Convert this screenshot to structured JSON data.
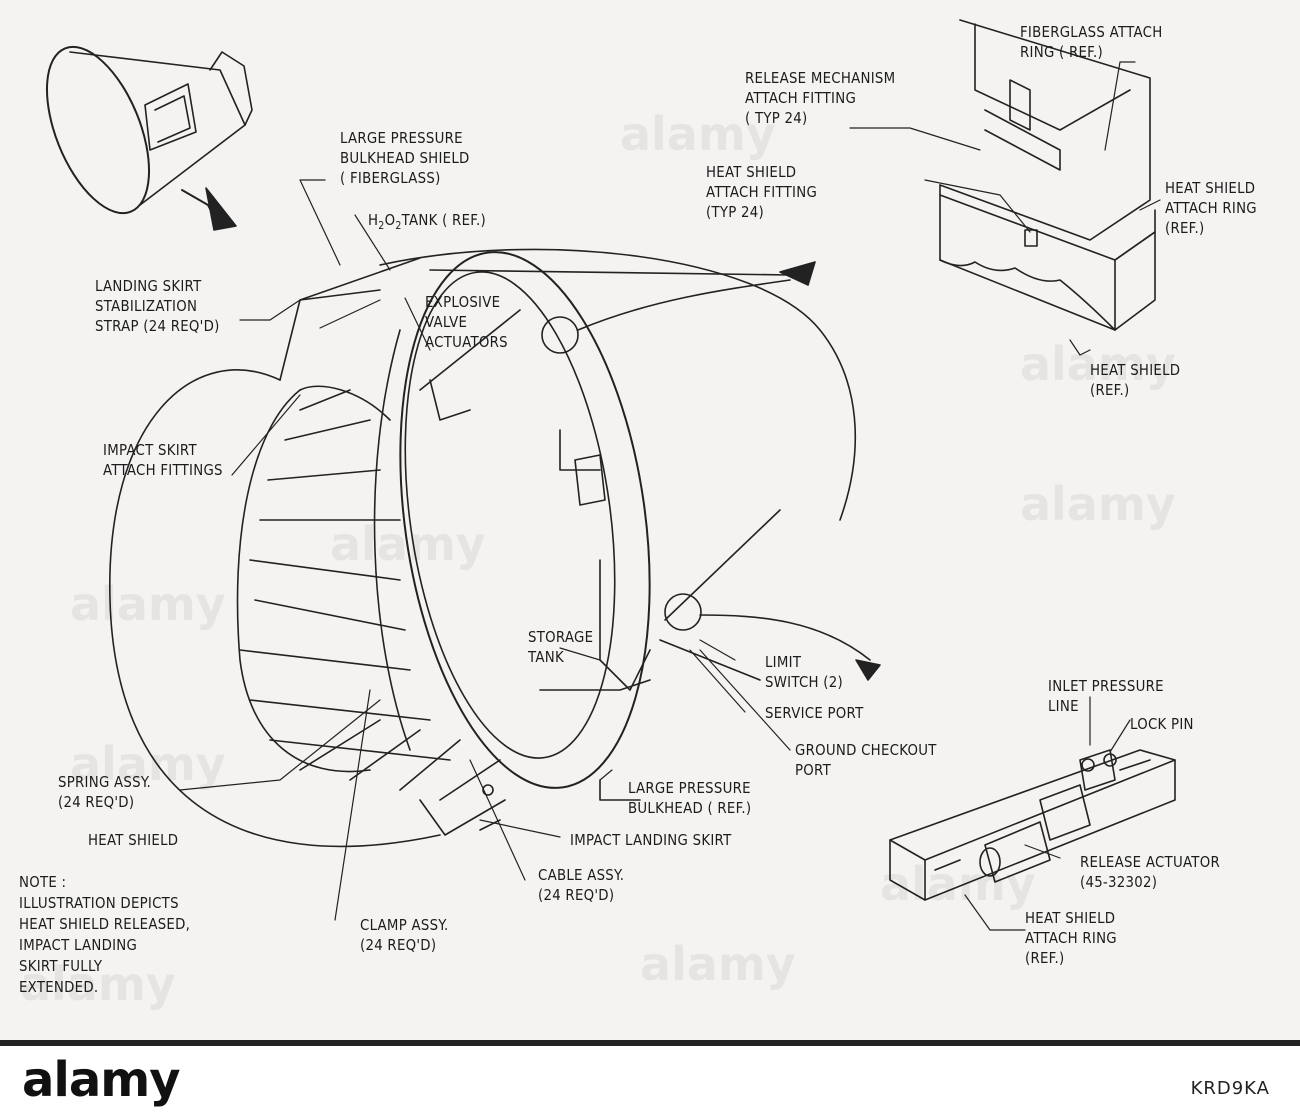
{
  "labels": {
    "fiberglass_ring": "FIBERGLASS ATTACH\nRING ( REF.)",
    "release_mech": "RELEASE MECHANISM\nATTACH FITTING\n( TYP 24)",
    "hs_attach_fitting": "HEAT SHIELD\nATTACH FITTING\n(TYP 24)",
    "hs_attach_ring_top": "HEAT SHIELD\nATTACH RING\n(REF.)",
    "heat_shield_ref": "HEAT SHIELD\n(REF.)",
    "large_bulkhead_shield": "LARGE PRESSURE\nBULKHEAD SHIELD\n( FIBERGLASS)",
    "h2o2_tank": "TANK ( REF.)",
    "h2o2_h": "H",
    "h2o2_2a": "2",
    "h2o2_o": "O",
    "h2o2_2b": "2",
    "landing_strap": "LANDING SKIRT\nSTABILIZATION\nSTRAP (24 REQ'D)",
    "explosive_valve": "EXPLOSIVE\nVALVE\nACTUATORS",
    "impact_fittings": "IMPACT SKIRT\nATTACH FITTINGS",
    "storage_tank": "STORAGE\nTANK",
    "limit_switch": "LIMIT\nSWITCH (2)",
    "service_port": "SERVICE PORT",
    "ground_checkout": "GROUND CHECKOUT\nPORT",
    "large_bulkhead": "LARGE PRESSURE\nBULKHEAD ( REF.)",
    "impact_skirt": "IMPACT LANDING SKIRT",
    "spring_assy": "SPRING ASSY.\n(24 REQ'D)",
    "heat_shield": "HEAT SHIELD",
    "cable_assy": "CABLE ASSY.\n(24 REQ'D)",
    "clamp_assy": "CLAMP ASSY.\n(24 REQ'D)",
    "note": "NOTE :\nILLUSTRATION DEPICTS\nHEAT SHIELD RELEASED,\nIMPACT LANDING\nSKIRT FULLY\nEXTENDED.",
    "inlet_pressure": "INLET PRESSURE\nLINE",
    "lock_pin": "LOCK PIN",
    "release_actuator": "RELEASE ACTUATOR\n(45-32302)",
    "hs_attach_ring_bottom": "HEAT SHIELD\nATTACH RING\n(REF.)"
  },
  "footer": {
    "logo": "alamy",
    "image_id": "KRD9KA"
  },
  "watermark": "alamy"
}
